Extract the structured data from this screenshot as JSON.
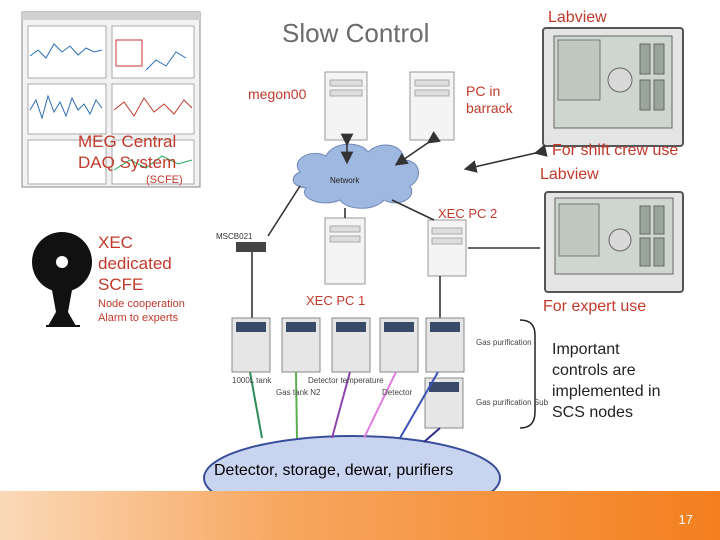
{
  "title": "Slow Control",
  "labels": {
    "labview_top": "Labview",
    "pc_barrack": [
      "PC in",
      "barrack"
    ],
    "megon00": "megon00",
    "meg_central": [
      "MEG Central",
      "DAQ System"
    ],
    "scfe": "(SCFE)",
    "network": "Network",
    "shift_crew": "For shift crew use",
    "shift_labview": "Labview",
    "xec_pc2": "XEC PC 2",
    "xec_dedicated": [
      "XEC",
      "dedicated",
      "SCFE"
    ],
    "node_cooperation": [
      "Node cooperation",
      "Alarm to experts"
    ],
    "mscb021": "MSCB021",
    "xec_pc1": "XEC PC 1",
    "expert_use": "For expert use",
    "important": [
      "Important",
      "controls are",
      "implemented in",
      "SCS nodes"
    ],
    "gas_purification": "Gas purification",
    "gas_purification_sub": "Gas purification Sub",
    "tank_1000l": "1000L tank",
    "detector_temperature": "Detector temperature",
    "gas_tank_n2": "Gas tank N2",
    "detector": "Detector",
    "ellipse_caption": "Detector, storage, dewar, purifiers"
  },
  "page_number": "17",
  "colors": {
    "label_red": "#c0392b",
    "ellipse_fill": "#c9d4f0",
    "ellipse_stroke": "#3a4f9a",
    "cloud_fill": "#9fb8df",
    "arrow_colors": [
      "#2e8b57",
      "#5cae4f",
      "#8e44ad",
      "#e07be0",
      "#3a53b8",
      "#2e2e8a"
    ]
  }
}
